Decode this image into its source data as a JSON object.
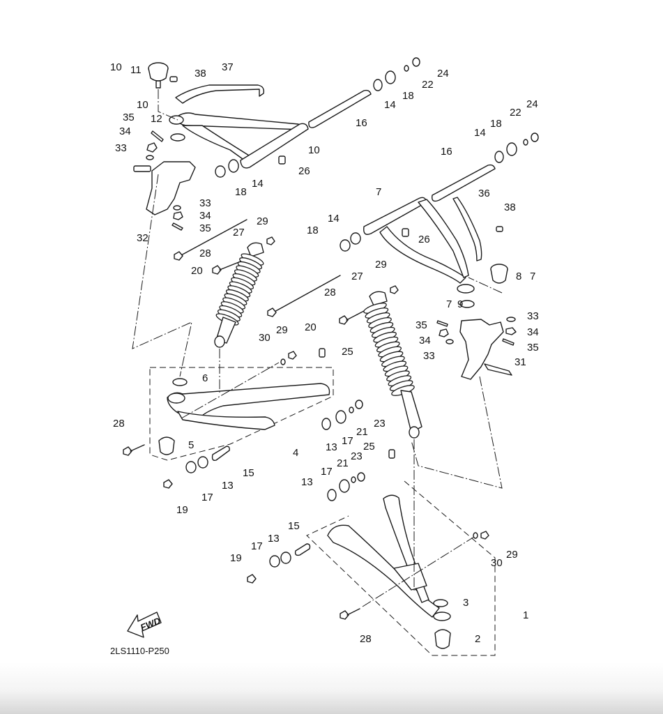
{
  "diagram": {
    "title_code": "2LS1110-P250",
    "fwd_label": "FWD",
    "callouts": {
      "c1": "1",
      "c2": "2",
      "c3": "3",
      "c4": "4",
      "c5": "5",
      "c6": "6",
      "c7a": "7",
      "c7b": "7",
      "c7c": "7",
      "c8": "8",
      "c9": "9",
      "c10a": "10",
      "c10b": "10",
      "c10c": "10",
      "c11": "11",
      "c12": "12",
      "c13a": "13",
      "c13b": "13",
      "c13c": "13",
      "c13d": "13",
      "c14a": "14",
      "c14b": "14",
      "c14c": "14",
      "c14d": "14",
      "c15a": "15",
      "c15b": "15",
      "c16a": "16",
      "c16b": "16",
      "c17a": "17",
      "c17b": "17",
      "c17c": "17",
      "c17d": "17",
      "c18a": "18",
      "c18b": "18",
      "c18c": "18",
      "c18d": "18",
      "c19a": "19",
      "c19b": "19",
      "c20a": "20",
      "c20b": "20",
      "c21a": "21",
      "c21b": "21",
      "c22a": "22",
      "c22b": "22",
      "c23a": "23",
      "c23b": "23",
      "c24a": "24",
      "c24b": "24",
      "c25a": "25",
      "c25b": "25",
      "c26a": "26",
      "c26b": "26",
      "c27a": "27",
      "c27b": "27",
      "c28a": "28",
      "c28b": "28",
      "c28c": "28",
      "c28d": "28",
      "c29a": "29",
      "c29b": "29",
      "c29c": "29",
      "c29d": "29",
      "c30a": "30",
      "c30b": "30",
      "c31": "31",
      "c32": "32",
      "c33a": "33",
      "c33b": "33",
      "c33c": "33",
      "c33d": "33",
      "c34a": "34",
      "c34b": "34",
      "c34c": "34",
      "c34d": "34",
      "c35a": "35",
      "c35b": "35",
      "c35c": "35",
      "c35d": "35",
      "c36": "36",
      "c37": "37",
      "c38a": "38",
      "c38b": "38"
    }
  }
}
